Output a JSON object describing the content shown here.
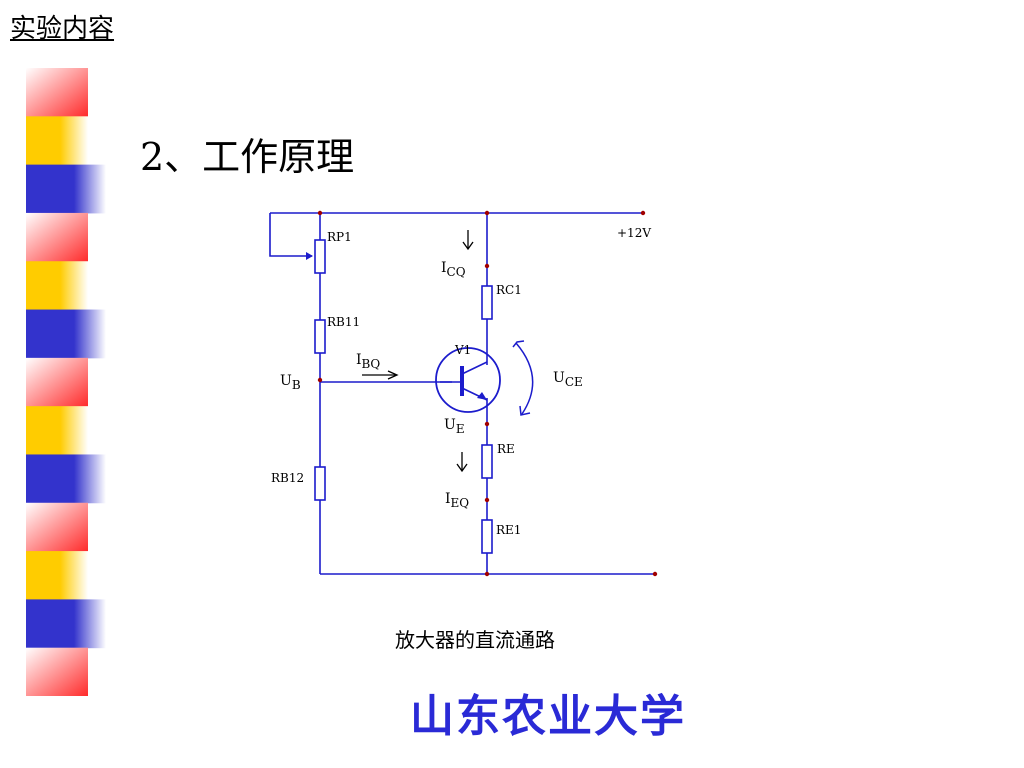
{
  "header": {
    "title": "实验内容"
  },
  "section": {
    "heading": "2、工作原理"
  },
  "circuit": {
    "supply": "+12V",
    "components": {
      "rp1": "RP1",
      "rb11": "RB11",
      "rb12": "RB12",
      "rc1": "RC1",
      "re": "RE",
      "re1": "RE1",
      "transistor": "V1"
    },
    "labels": {
      "icq_main": "I",
      "icq_sub": "CQ",
      "ibq_main": "I",
      "ibq_sub": "BQ",
      "ieq_main": "I",
      "ieq_sub": "EQ",
      "ub_main": "U",
      "ub_sub": "B",
      "ue_main": "U",
      "ue_sub": "E",
      "uce_main": "U",
      "uce_sub": "CE"
    },
    "wire_color": "#1c1ccc",
    "node_color": "#a00000"
  },
  "caption": "放大器的直流通路",
  "footer": {
    "university": "山东农业大学"
  },
  "decor": {
    "colors": [
      "#ff2a2a",
      "#ffcc00",
      "#3333cc"
    ]
  }
}
